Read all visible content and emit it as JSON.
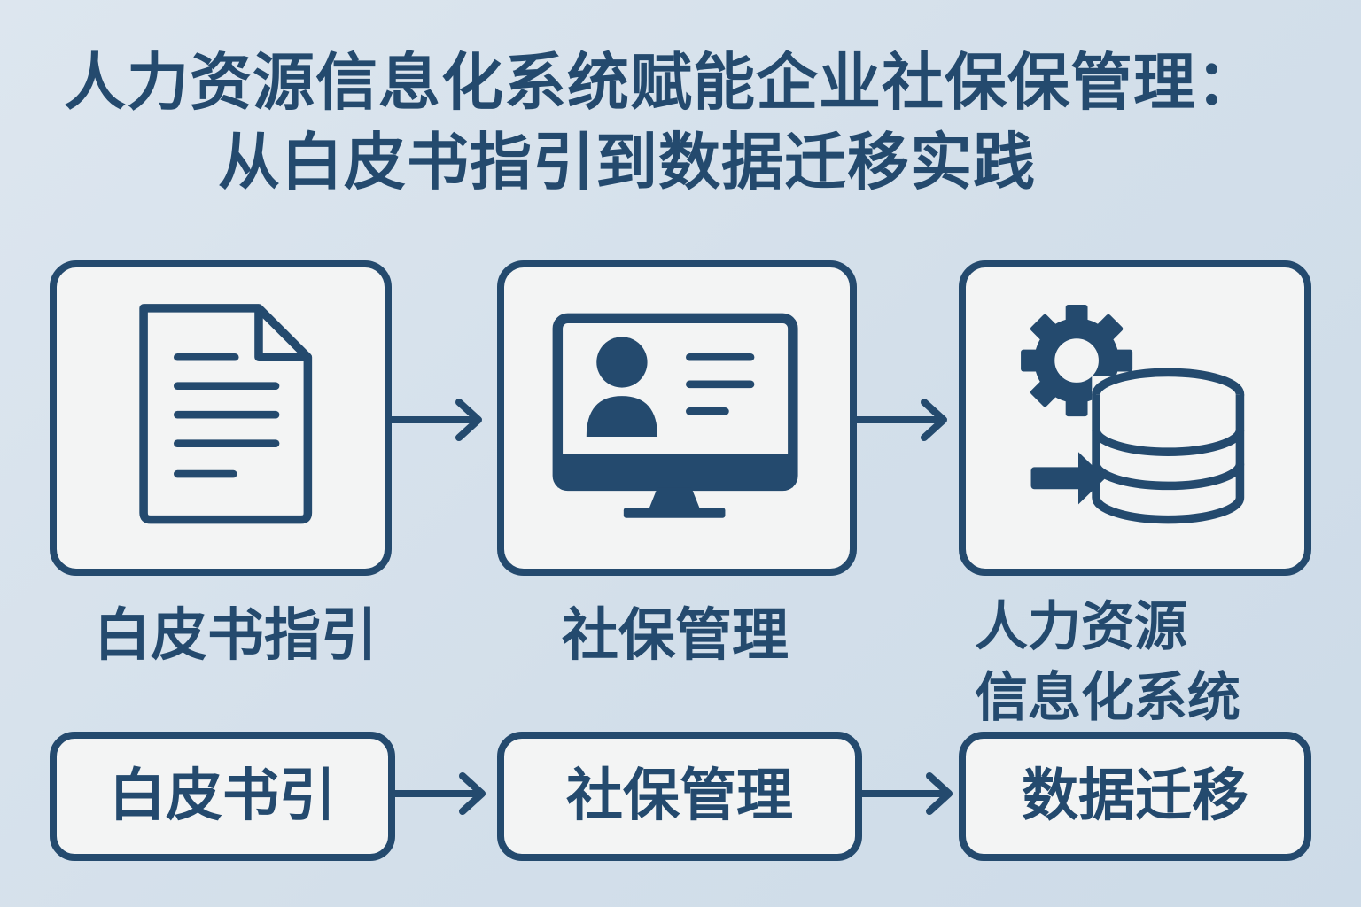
{
  "title": {
    "line1": "人力资源信息化系统赋能企业社保保管理：",
    "line2": "从白皮书指引到数据迁移实践"
  },
  "flow_top": [
    {
      "label": "白皮书指引",
      "icon": "document-icon"
    },
    {
      "label": "社保管理",
      "icon": "monitor-profile-icon"
    },
    {
      "label_line1": "人力资源",
      "label_line2": "信息化系统",
      "icon": "gear-database-icon"
    }
  ],
  "flow_bottom": [
    {
      "label": "白皮书引"
    },
    {
      "label": "社保管理"
    },
    {
      "label": "数据迁移"
    }
  ],
  "colors": {
    "primary": "#244a6e",
    "card_fill": "#f3f4f4",
    "background": "#d6e1ec"
  }
}
